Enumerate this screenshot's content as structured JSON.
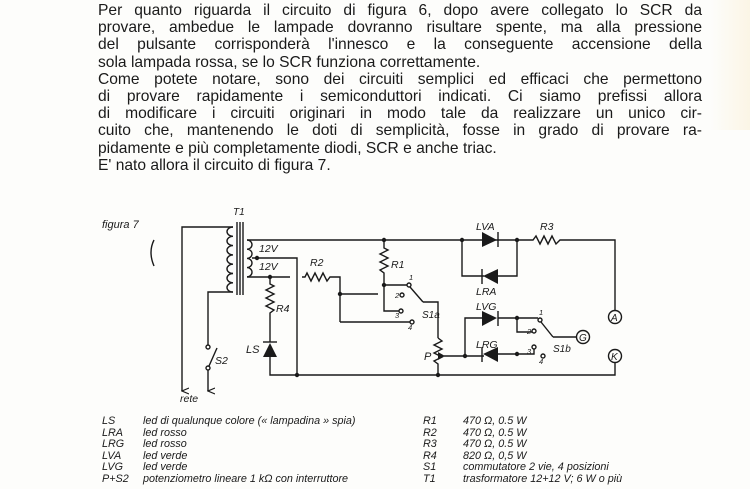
{
  "body_text": {
    "lines": [
      "Per quanto riguarda il circuito di figura 6, dopo avere collegato lo SCR da",
      "provare, ambedue le lampade dovranno risultare spente, ma alla pressione",
      "del pulsante corrisponderà l'innesco e la conseguente accensione della",
      "sola lampada rossa, se lo SCR funziona correttamente.",
      "Come potete notare, sono dei circuiti semplici ed efficaci che permettono",
      "di provare rapidamente i semiconduttori indicati. Ci siamo prefissi allora",
      "di modificare i circuiti originari in modo tale da realizzare un unico cir-",
      "cuito che, mantenendo le doti di semplicità, fosse in grado di provare ra-",
      "pidamente e più completamente diodi, SCR e anche triac.",
      "E' nato allora il circuito di figura 7."
    ]
  },
  "figure": {
    "caption": "figura 7",
    "labels": {
      "t1": "T1",
      "v12a": "12V",
      "v12b": "12V",
      "r1": "R1",
      "r2": "R2",
      "r3": "R3",
      "r4": "R4",
      "ls": "LS",
      "s2": "S2",
      "rete": "rete",
      "p": "P",
      "s1a": "S1a",
      "s1b": "S1b",
      "lva": "LVA",
      "lra": "LRA",
      "lvg": "LVG",
      "lrg": "LRG",
      "a": "A",
      "g": "G",
      "k": "K",
      "pos1": "1",
      "pos2": "2",
      "pos3": "3",
      "pos4": "4"
    }
  },
  "legend_left": [
    {
      "code": "LS",
      "desc": "led di qualunque colore (« lampadina » spia)"
    },
    {
      "code": "LRA",
      "desc": "led rosso"
    },
    {
      "code": "LRG",
      "desc": "led rosso"
    },
    {
      "code": "LVA",
      "desc": "led verde"
    },
    {
      "code": "LVG",
      "desc": "led verde"
    },
    {
      "code": "P+S2",
      "desc": "potenziometro lineare 1 kΩ con interruttore"
    }
  ],
  "legend_right": [
    {
      "code": "R1",
      "desc": "470 Ω, 0.5 W"
    },
    {
      "code": "R2",
      "desc": "470 Ω, 0.5 W"
    },
    {
      "code": "R3",
      "desc": "470 Ω, 0.5 W"
    },
    {
      "code": "R4",
      "desc": "820 Ω, 0,5 W"
    },
    {
      "code": "S1",
      "desc": "commutatore 2 vie, 4 posizioni"
    },
    {
      "code": "T1",
      "desc": "trasformatore 12+12 V; 6 W o più"
    }
  ]
}
